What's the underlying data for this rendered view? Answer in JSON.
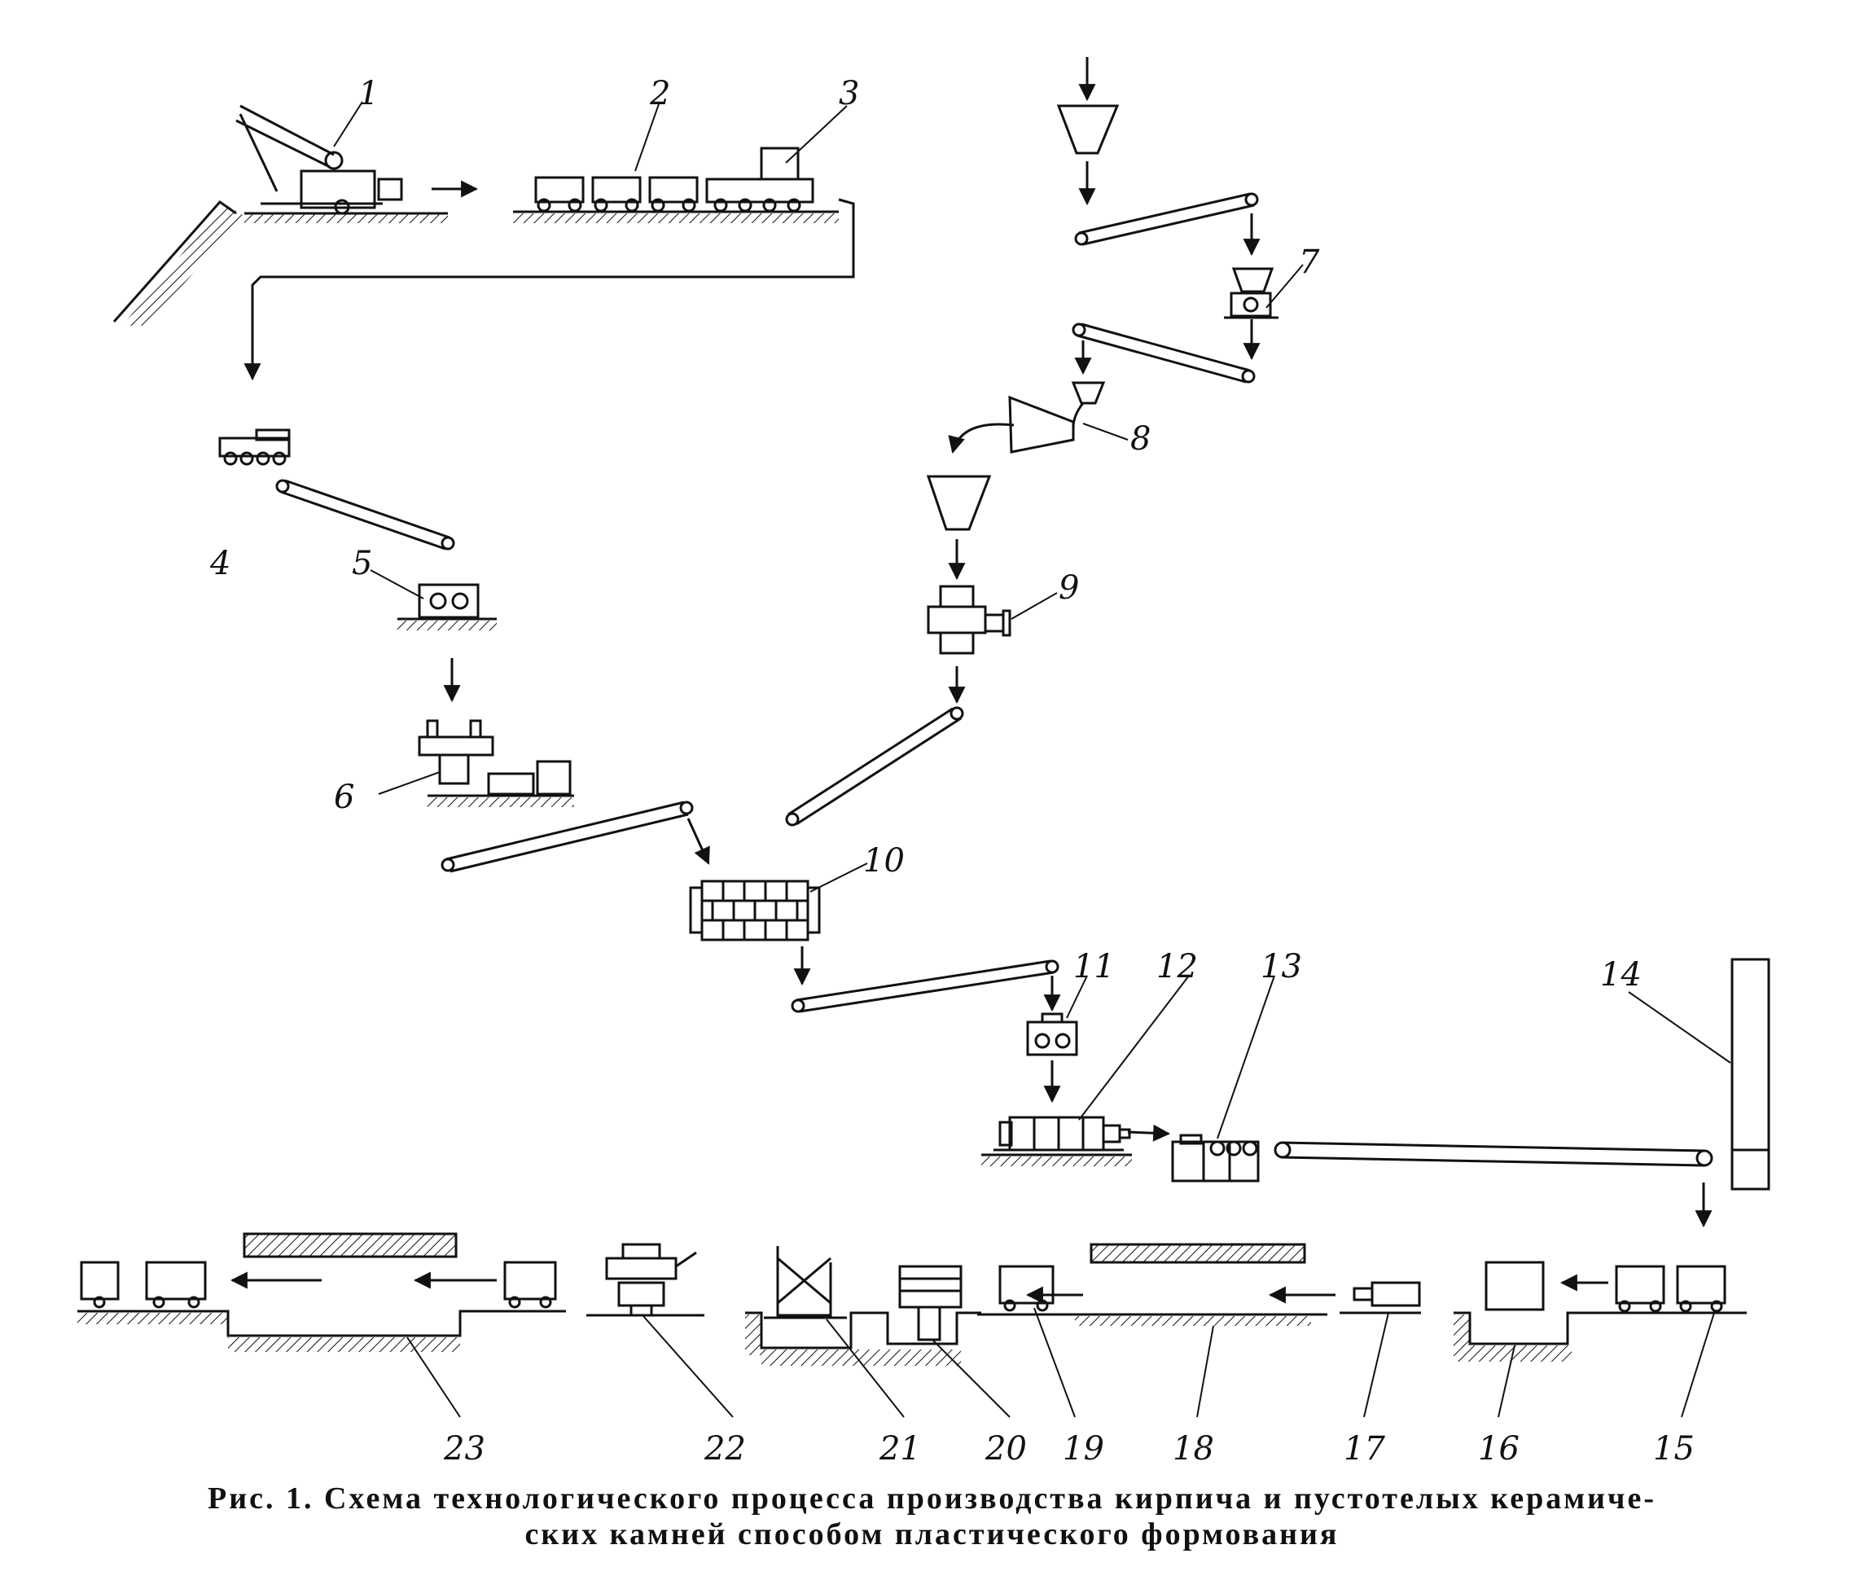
{
  "figure": {
    "callouts": [
      "1",
      "2",
      "3",
      "4",
      "5",
      "6",
      "7",
      "8",
      "9",
      "10",
      "11",
      "12",
      "13",
      "14",
      "15",
      "16",
      "17",
      "18",
      "19",
      "20",
      "21",
      "22",
      "23"
    ]
  },
  "caption": {
    "line1": "Рис. 1. Схема технологического процесса производства кирпича и пустотелых керамиче-",
    "line2": "ских камней способом пластического формования"
  }
}
